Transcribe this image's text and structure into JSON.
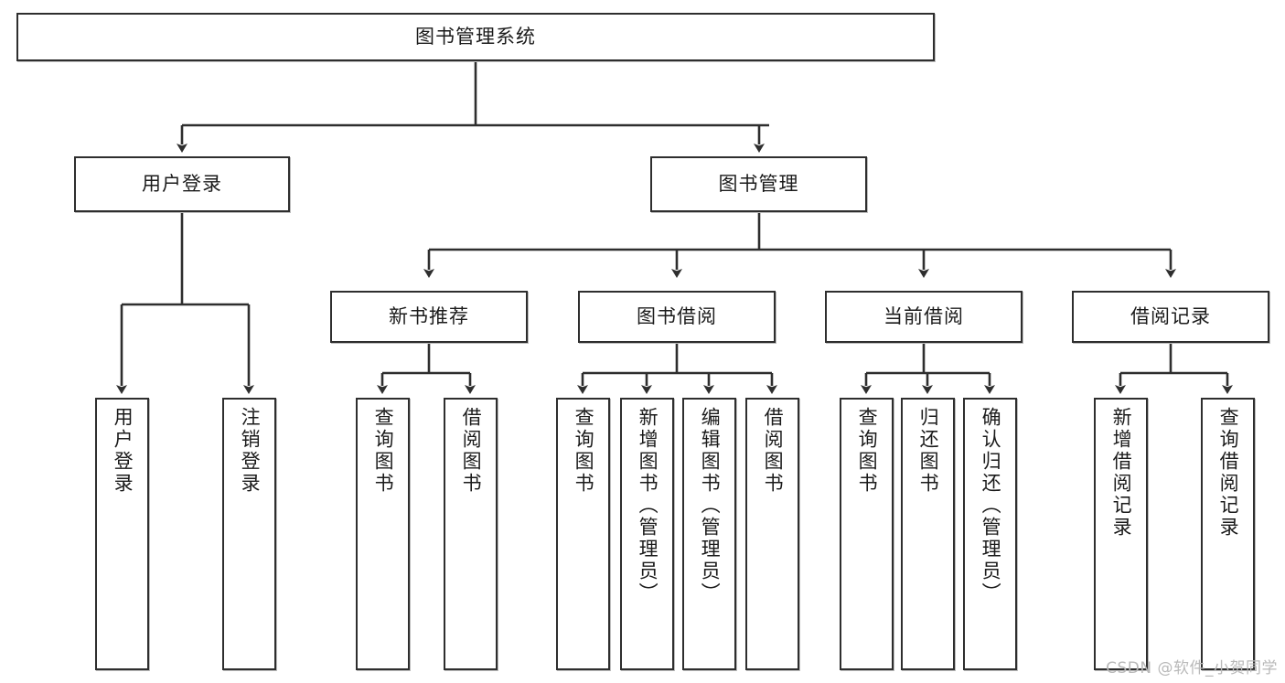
{
  "diagram": {
    "type": "tree",
    "title": "图书管理系统",
    "watermark": "CSDN @软件_小贺同学",
    "nodes": {
      "root": {
        "label": "图书管理系统"
      },
      "level1": [
        {
          "id": "user-login",
          "label": "用户登录"
        },
        {
          "id": "book-manage",
          "label": "图书管理"
        }
      ],
      "level2": [
        {
          "id": "new-book-rec",
          "label": "新书推荐"
        },
        {
          "id": "book-borrow",
          "label": "图书借阅"
        },
        {
          "id": "current-borrow",
          "label": "当前借阅"
        },
        {
          "id": "borrow-record",
          "label": "借阅记录"
        }
      ],
      "leaves": [
        {
          "id": "leaf-user-login",
          "label": "用户登录",
          "parent": "user-login"
        },
        {
          "id": "leaf-logout-login",
          "label": "注销登录",
          "parent": "user-login"
        },
        {
          "id": "leaf-query-book-1",
          "label": "查询图书",
          "parent": "new-book-rec"
        },
        {
          "id": "leaf-borrow-book-1",
          "label": "借阅图书",
          "parent": "new-book-rec"
        },
        {
          "id": "leaf-query-book-2",
          "label": "查询图书",
          "parent": "book-borrow"
        },
        {
          "id": "leaf-add-book",
          "label": "新增图书（管理员）",
          "parent": "book-borrow"
        },
        {
          "id": "leaf-edit-book",
          "label": "编辑图书（管理员）",
          "parent": "book-borrow"
        },
        {
          "id": "leaf-borrow-book-2",
          "label": "借阅图书",
          "parent": "book-borrow"
        },
        {
          "id": "leaf-query-book-3",
          "label": "查询图书",
          "parent": "current-borrow"
        },
        {
          "id": "leaf-return-book",
          "label": "归还图书",
          "parent": "current-borrow"
        },
        {
          "id": "leaf-confirm-return",
          "label": "确认归还（管理员）",
          "parent": "current-borrow"
        },
        {
          "id": "leaf-add-record",
          "label": "新增借阅记录",
          "parent": "borrow-record"
        },
        {
          "id": "leaf-query-record",
          "label": "查询借阅记录",
          "parent": "borrow-record"
        }
      ]
    },
    "colors": {
      "stroke": "#2e2e2e",
      "fill": "#ffffff",
      "text": "#1b1b1b",
      "watermark": "#b9b9b9"
    }
  }
}
